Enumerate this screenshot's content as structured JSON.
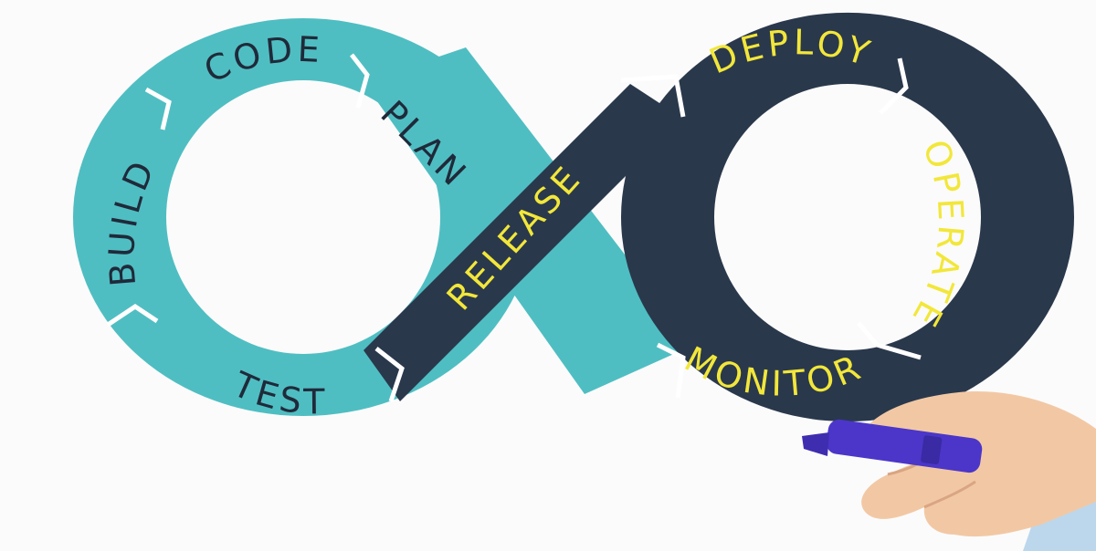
{
  "diagram": {
    "colors": {
      "background": "#fbfbfb",
      "dev_loop": "#4fbec2",
      "ops_loop": "#2a384c",
      "dev_text": "#1f2a3a",
      "ops_text": "#f2e73a",
      "separator": "#ffffff",
      "marker_body": "#4b36c9",
      "skin": "#f2c8a4"
    },
    "dev_stages": [
      {
        "key": "plan",
        "label": "PLAN"
      },
      {
        "key": "code",
        "label": "CODE"
      },
      {
        "key": "build",
        "label": "BUILD"
      },
      {
        "key": "test",
        "label": "TEST"
      }
    ],
    "ops_stages": [
      {
        "key": "release",
        "label": "RELEASE"
      },
      {
        "key": "deploy",
        "label": "DEPLOY"
      },
      {
        "key": "operate",
        "label": "OPERATE"
      },
      {
        "key": "monitor",
        "label": "MONITOR"
      }
    ],
    "decorations": [
      "hand-icon",
      "marker-icon"
    ]
  }
}
